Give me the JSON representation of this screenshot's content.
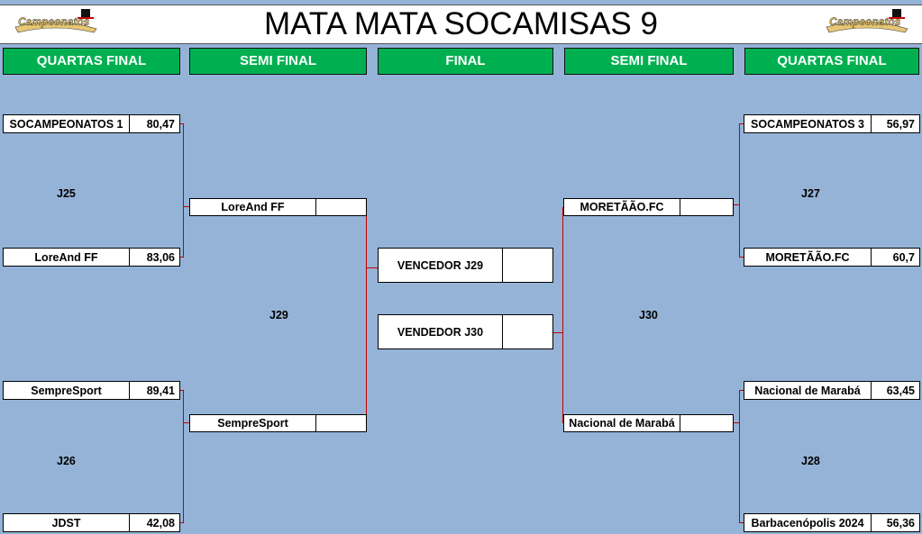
{
  "title": "MATA MATA SOCAMISAS 9",
  "logo_text": "Só Campeonatos",
  "rounds": [
    "QUARTAS FINAL",
    "SEMI FINAL",
    "FINAL",
    "SEMI FINAL",
    "QUARTAS FINAL"
  ],
  "left_qf": [
    {
      "team": "SOCAMPEONATOS 1",
      "score": "80,47"
    },
    {
      "team": "LoreAnd FF",
      "score": "83,06"
    },
    {
      "team": "SempreSport",
      "score": "89,41"
    },
    {
      "team": "JDST",
      "score": "42,08"
    }
  ],
  "left_sf": [
    {
      "team": "LoreAnd FF",
      "score": ""
    },
    {
      "team": "SempreSport",
      "score": ""
    }
  ],
  "final": [
    {
      "team": "VENCEDOR J29",
      "score": ""
    },
    {
      "team": "VENDEDOR J30",
      "score": ""
    }
  ],
  "right_sf": [
    {
      "team": "MORETÃÃO.FC",
      "score": ""
    },
    {
      "team": "Nacional de Marabá",
      "score": ""
    }
  ],
  "right_qf": [
    {
      "team": "SOCAMPEONATOS 3",
      "score": "56,97"
    },
    {
      "team": "MORETÃÃO.FC",
      "score": "60,7"
    },
    {
      "team": "Nacional de Marabá",
      "score": "63,45"
    },
    {
      "team": "Barbacenópolis 2024",
      "score": "56,36"
    }
  ],
  "games": {
    "j25": "J25",
    "j26": "J26",
    "j29": "J29",
    "j30": "J30",
    "j27": "J27",
    "j28": "J28"
  }
}
